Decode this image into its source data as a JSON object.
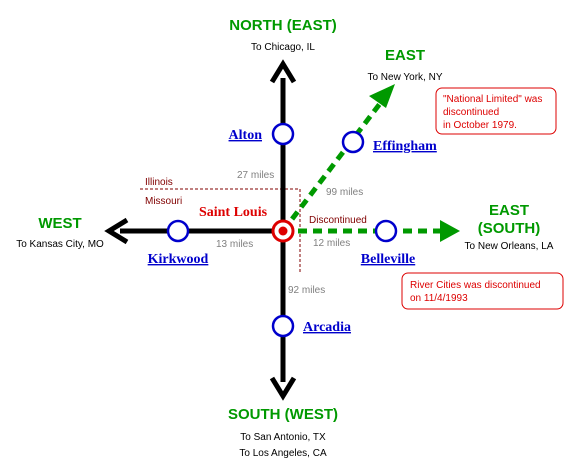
{
  "directions": {
    "north": {
      "label": "NORTH (EAST)",
      "dest": "To Chicago, IL"
    },
    "northeast": {
      "label": "EAST",
      "dest": "To New York, NY"
    },
    "east": {
      "label_line1": "EAST",
      "label_line2": "(SOUTH)",
      "dest": "To New Orleans, LA"
    },
    "west": {
      "label": "WEST",
      "dest": "To Kansas City, MO"
    },
    "south": {
      "label": "SOUTH (WEST)",
      "dest_line1": "To San Antonio, TX",
      "dest_line2": "To Los Angeles, CA"
    }
  },
  "hub": {
    "name": "Saint Louis"
  },
  "stations": {
    "alton": "Alton",
    "effingham": "Effingham",
    "kirkwood": "Kirkwood",
    "belleville": "Belleville",
    "arcadia": "Arcadia"
  },
  "distances": {
    "alton": "27 miles",
    "effingham": "99 miles",
    "kirkwood": "13 miles",
    "belleville": "12 miles",
    "arcadia": "92 miles"
  },
  "states": {
    "north_side": "Illinois",
    "south_side": "Missouri"
  },
  "discontinued_label": "Discontinued",
  "notes": {
    "national_limited": {
      "line1": "\"National Limited\" was",
      "line2": "discontinued",
      "line3": "in October 1979."
    },
    "river_cities": {
      "line1": "River Cities was discontinued",
      "line2": "on 11/4/1993"
    }
  },
  "colors": {
    "line": "#000000",
    "discontinued_line": "#009900",
    "station_fill": "#ffffff",
    "station_stroke": "#0000cc",
    "hub": "#dd0000",
    "direction_text": "#009900",
    "link": "#0000cc",
    "note": "#dd0000"
  }
}
